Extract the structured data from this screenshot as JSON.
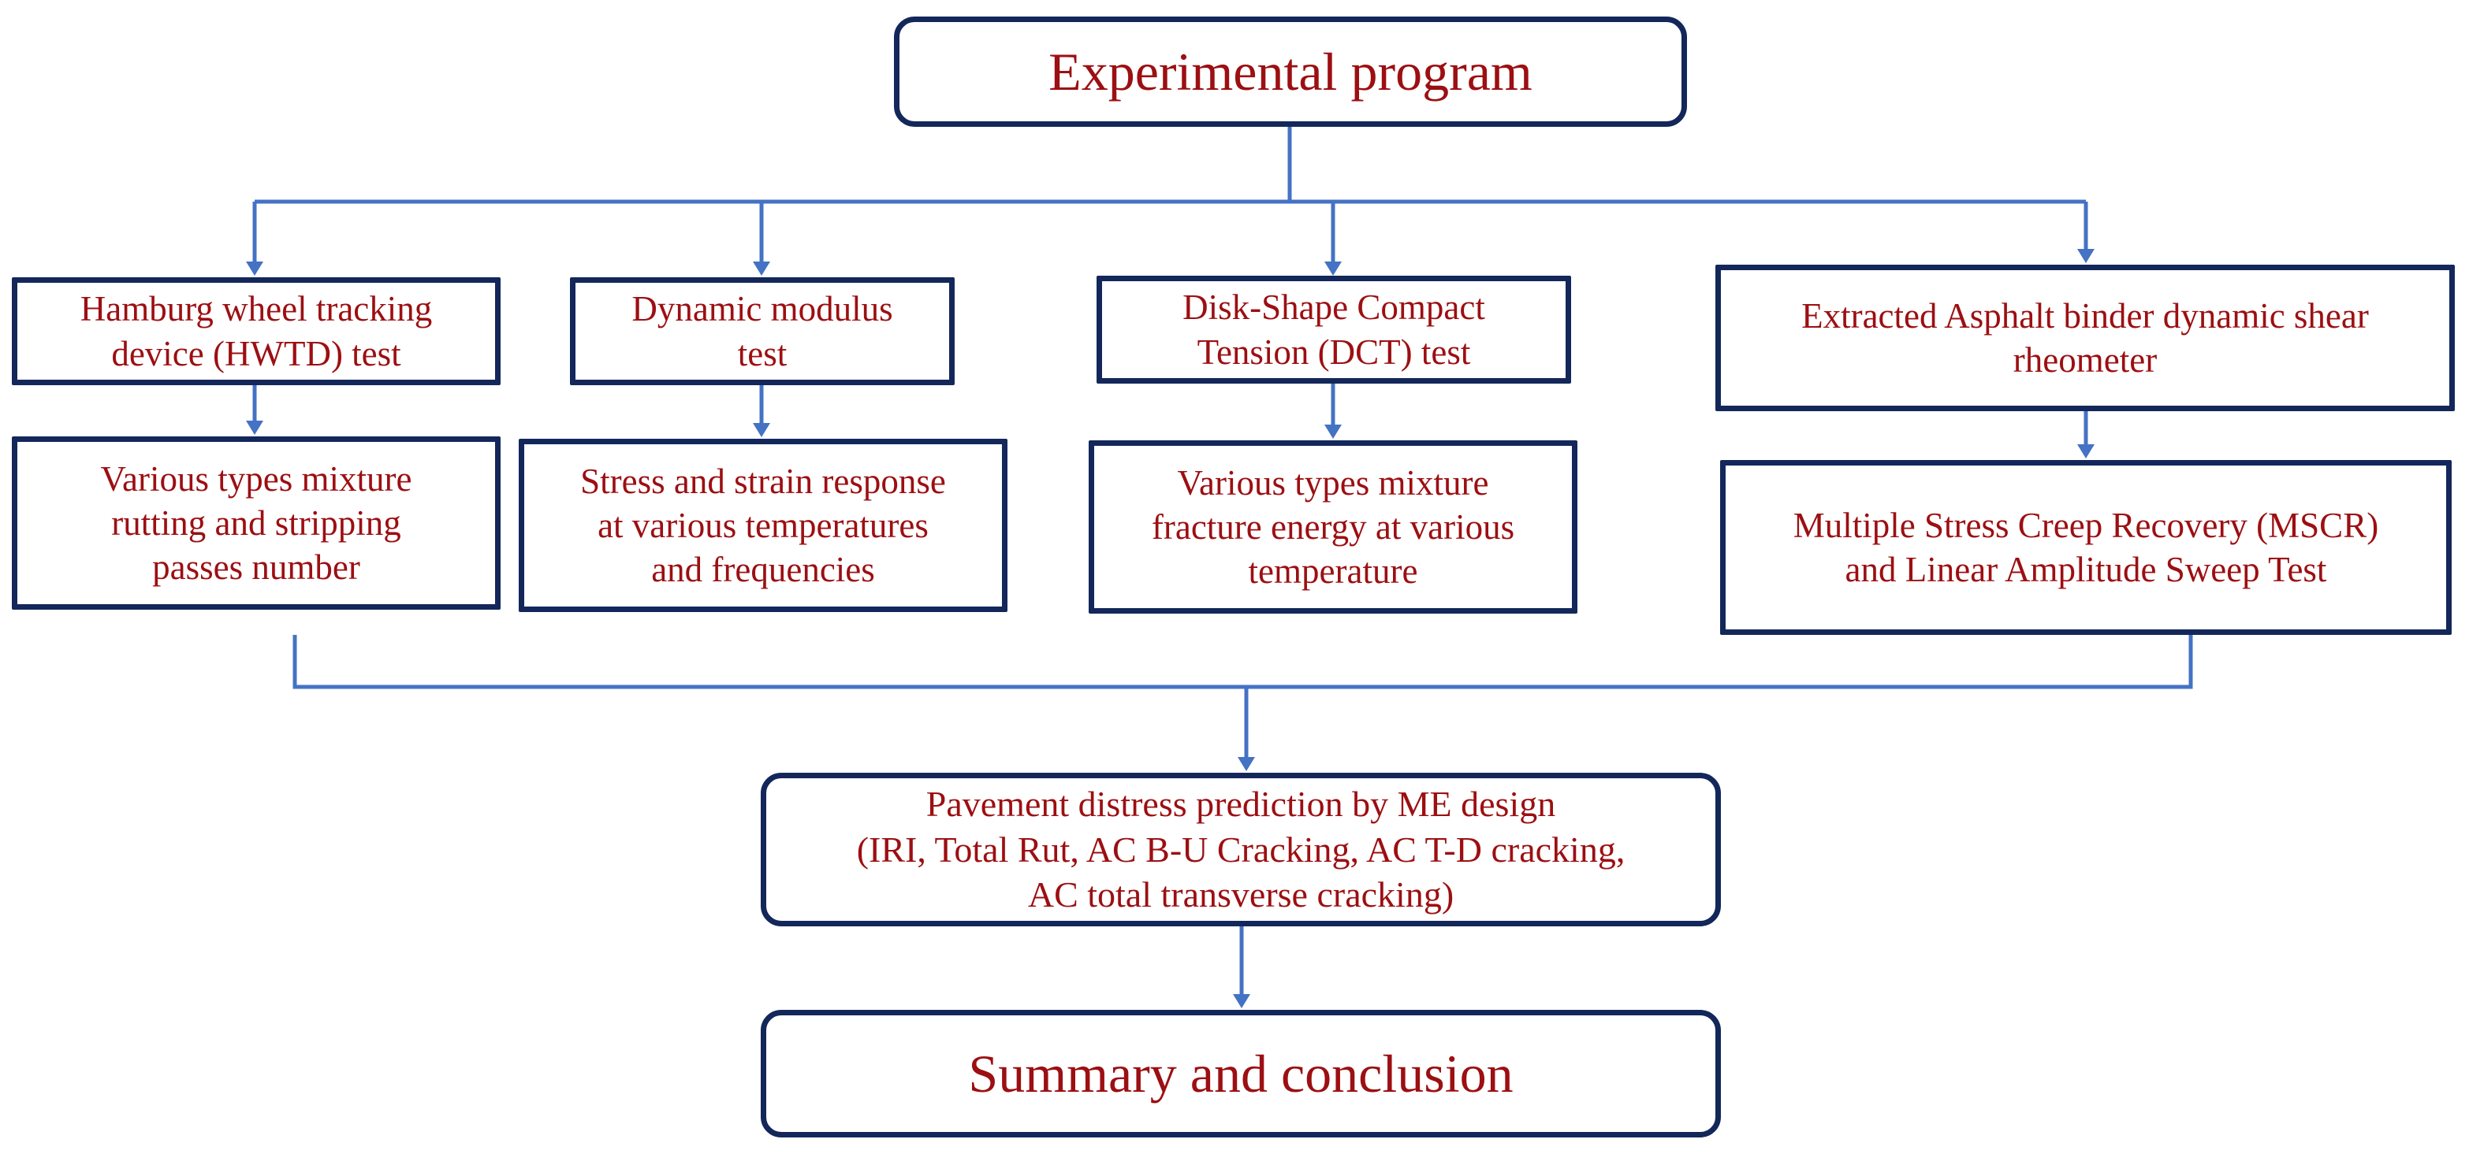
{
  "diagram": {
    "nodes": {
      "experimental_program": "Experimental program",
      "hwtd_test": "Hamburg wheel tracking\ndevice (HWTD) test",
      "hwtd_result": "Various types mixture\nrutting and stripping\npasses number",
      "dynamic_modulus_test": "Dynamic modulus\ntest",
      "dynamic_modulus_result": "Stress and strain response\nat various temperatures\nand frequencies",
      "dct_test": "Disk-Shape Compact\nTension (DCT) test",
      "dct_result": "Various types mixture\nfracture energy at various\ntemperature",
      "dsr_test": "Extracted Asphalt binder dynamic shear\nrheometer",
      "dsr_result": "Multiple Stress Creep Recovery (MSCR)\nand  Linear Amplitude Sweep Test",
      "me_design": "Pavement distress prediction by ME design\n(IRI, Total Rut, AC B-U Cracking, AC T-D cracking,\nAC total transverse cracking)",
      "summary": "Summary and conclusion"
    },
    "colors": {
      "box_border": "#13275a",
      "text": "#9c0f12",
      "connector": "#4472c4",
      "background": "#ffffff"
    }
  }
}
